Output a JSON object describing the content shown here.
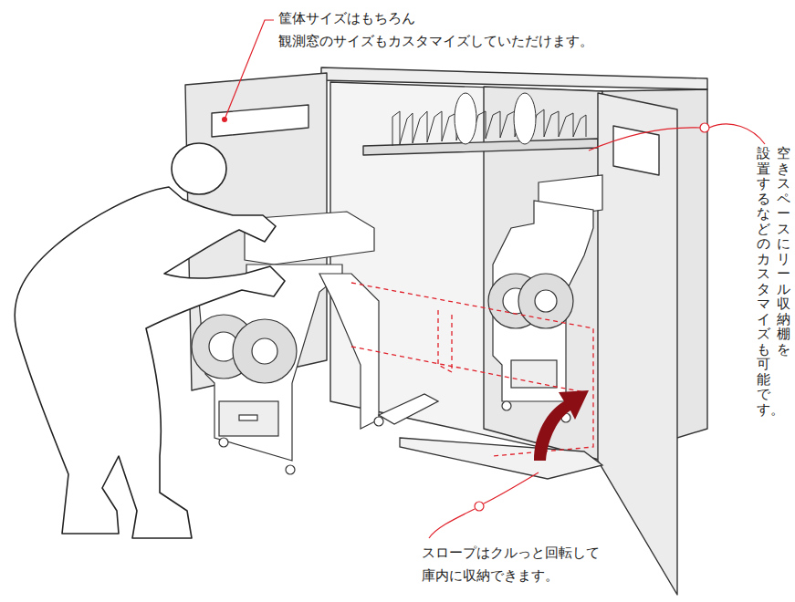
{
  "diagram": {
    "labels": [
      "筐体サイズはもちろん 観測窓のサイズもカスタマイズしていただけます。",
      "空きスペースにリール収納棚を",
      "設置するなどのカスタマイズも可能です。",
      "スロープはクルっと回転して 庫内に収納できます。"
    ]
  }
}
